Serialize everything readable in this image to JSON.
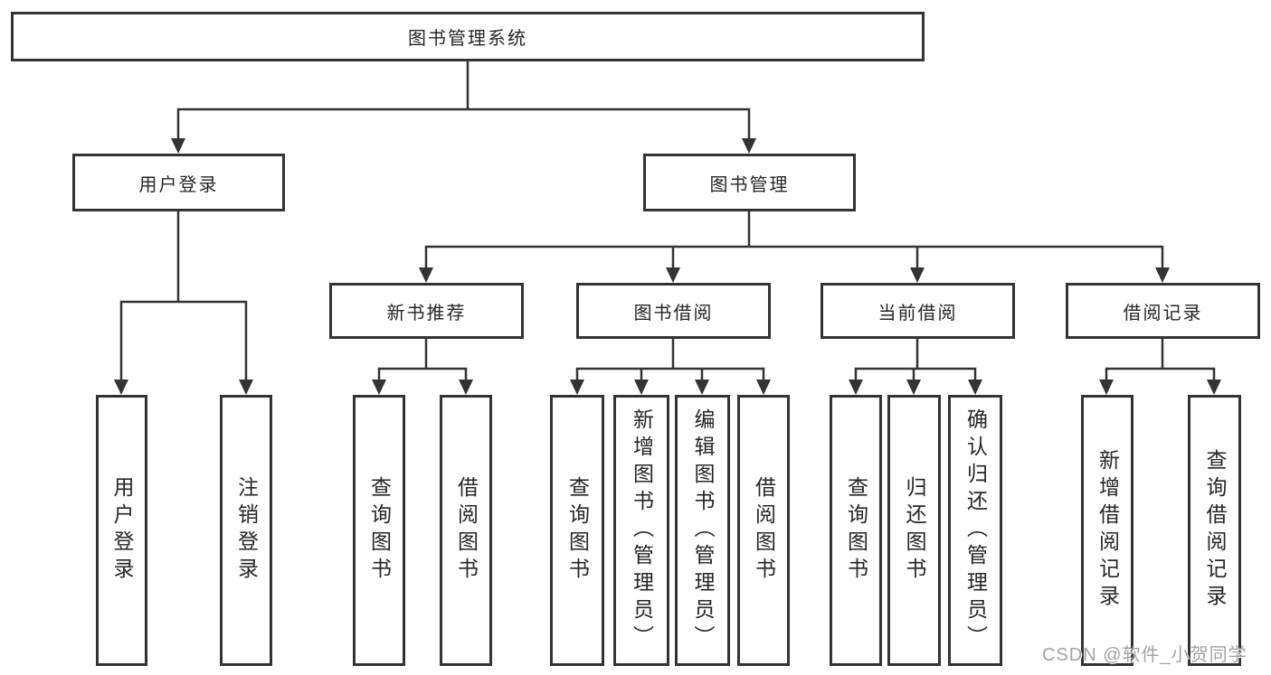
{
  "colors": {
    "line": "#333333",
    "box_border": "#333333",
    "box_fill": "#ffffff",
    "text": "#262626",
    "watermark": "#a3a3a3"
  },
  "tree": {
    "root": {
      "label": "图书管理系统"
    },
    "branches": [
      {
        "label": "用户登录",
        "leaves": [
          {
            "label": "用户登录"
          },
          {
            "label": "注销登录"
          }
        ]
      },
      {
        "label": "图书管理",
        "groups": [
          {
            "label": "新书推荐",
            "leaves": [
              {
                "label": "查询图书"
              },
              {
                "label": "借阅图书"
              }
            ]
          },
          {
            "label": "图书借阅",
            "leaves": [
              {
                "label": "查询图书"
              },
              {
                "label": "新增图书（管理员）"
              },
              {
                "label": "编辑图书（管理员）"
              },
              {
                "label": "借阅图书"
              }
            ]
          },
          {
            "label": "当前借阅",
            "leaves": [
              {
                "label": "查询图书"
              },
              {
                "label": "归还图书"
              },
              {
                "label": "确认归还（管理员）"
              }
            ]
          },
          {
            "label": "借阅记录",
            "leaves": [
              {
                "label": "新增借阅记录"
              },
              {
                "label": "查询借阅记录"
              }
            ]
          }
        ]
      }
    ]
  },
  "watermark": {
    "text": "CSDN @软件_小贺同学"
  }
}
